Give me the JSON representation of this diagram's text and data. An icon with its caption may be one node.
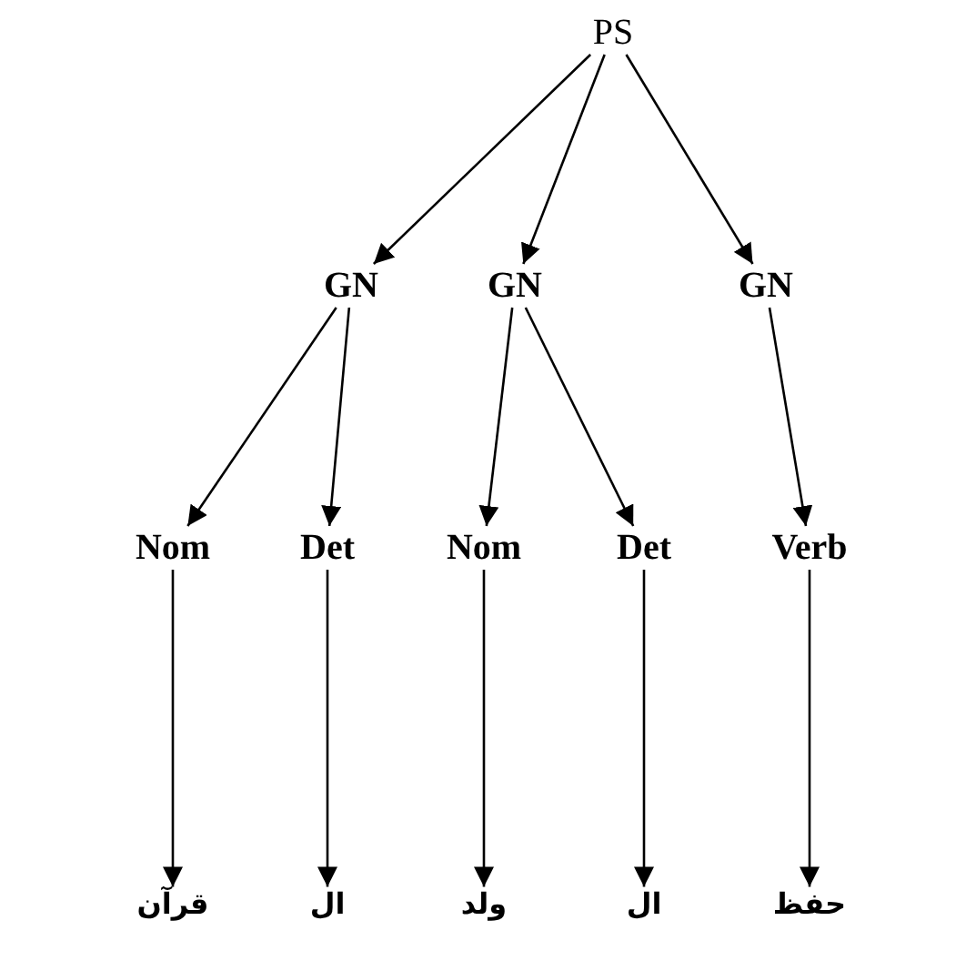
{
  "diagram": {
    "nodes": [
      {
        "text": [
          "PS"
        ]
      },
      {
        "text": [
          "GN"
        ]
      },
      {
        "text": [
          "GN"
        ]
      },
      {
        "text": [
          "GN"
        ]
      },
      {
        "text": [
          "Nom"
        ]
      },
      {
        "text": [
          "Det"
        ]
      },
      {
        "text": [
          "Nom"
        ]
      },
      {
        "text": [
          "Det"
        ]
      },
      {
        "text": [
          "Verb"
        ]
      },
      {
        "text": [
          "قرآن"
        ]
      },
      {
        "text": [
          "ال"
        ]
      },
      {
        "text": [
          "ولد"
        ]
      },
      {
        "text": [
          "ال"
        ]
      },
      {
        "text": [
          "حفظ"
        ]
      }
    ],
    "edges": [
      {
        "from": 0,
        "to": 1,
        "arrow": "to"
      },
      {
        "from": 0,
        "to": 2,
        "arrow": "to"
      },
      {
        "from": 0,
        "to": 3,
        "arrow": "to"
      },
      {
        "from": 1,
        "to": 4,
        "arrow": "to"
      },
      {
        "from": 1,
        "to": 5,
        "arrow": "to"
      },
      {
        "from": 2,
        "to": 6,
        "arrow": "to"
      },
      {
        "from": 2,
        "to": 7,
        "arrow": "to"
      },
      {
        "from": 3,
        "to": 8,
        "arrow": "to"
      },
      {
        "from": 4,
        "to": 9,
        "arrow": "to"
      },
      {
        "from": 5,
        "to": 10,
        "arrow": "to"
      },
      {
        "from": 6,
        "to": 11,
        "arrow": "to"
      },
      {
        "from": 7,
        "to": 12,
        "arrow": "to"
      },
      {
        "from": 8,
        "to": 13,
        "arrow": "to"
      }
    ]
  }
}
